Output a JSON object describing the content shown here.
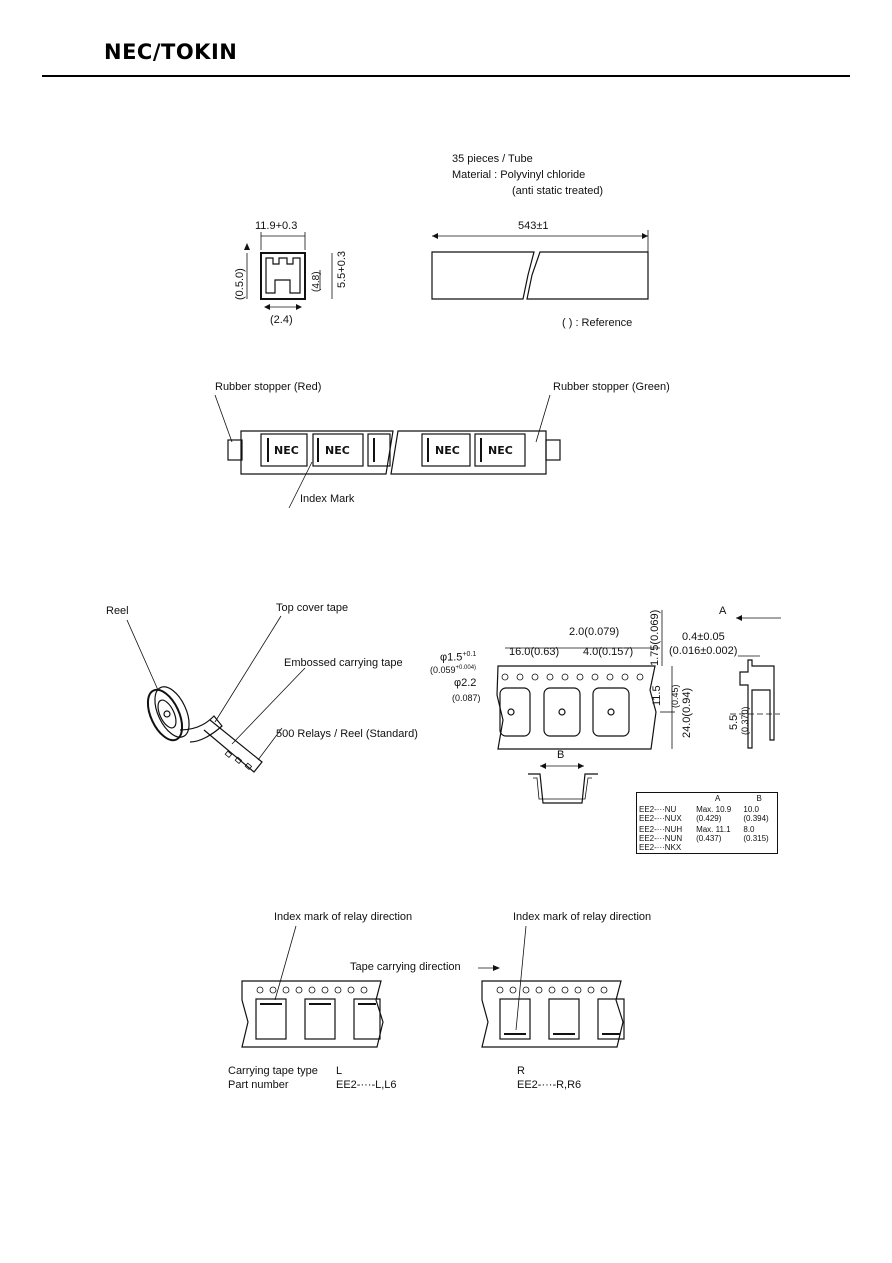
{
  "header": {
    "logo": "NEC/TOKIN"
  },
  "tube": {
    "info_line1": "35 pieces / Tube",
    "info_line2": "Material : Polyvinyl chloride",
    "info_line3": "(anti static treated)",
    "length": "543±1",
    "width": "11.9+0.3",
    "height": "5.5+0.3",
    "left_dim": "(0.5.0)",
    "inner_dim": "(4.8)",
    "bottom_dim": "(2.4)",
    "reference_note": "( ) : Reference"
  },
  "stopper": {
    "left_label": "Rubber stopper (Red)",
    "right_label": "Rubber stopper (Green)",
    "index_label": "Index Mark",
    "relay_text": "NEC"
  },
  "reel": {
    "reel_label": "Reel",
    "top_tape_label": "Top cover tape",
    "carry_tape_label": "Embossed carrying tape",
    "qty_label": "500 Relays / Reel (Standard)"
  },
  "tape_dims": {
    "hole_dia": "φ1.5",
    "hole_dia_tol": "+0.1",
    "hole_dia_in": "(0.059",
    "hole_dia_in_tol": "+0.004)",
    "pitch": "16.0(0.63)",
    "dim_2": "2.0(0.079)",
    "dim_4": "4.0(0.157)",
    "dim_175": "1.75(0.069)",
    "dim_115": "11.5",
    "dim_115_in": "(0.45)",
    "width_24": "24.0(0.94)",
    "dia_22": "φ2.2",
    "dia_22_in": "(0.087)",
    "label_a": "A",
    "thickness": "0.4±0.05",
    "thickness_in": "(0.016±0.002)",
    "depth": "5.5",
    "depth_in": "(0.370)",
    "label_b": "B"
  },
  "spec_table": {
    "col_a": "A",
    "col_b": "B",
    "rows": [
      {
        "part1": "EE2-···NU",
        "part2": "EE2-···NUX",
        "a": "Max. 10.9",
        "a_in": "(0.429)",
        "b": "10.0",
        "b_in": "(0.394)"
      },
      {
        "part1": "EE2-···NUH",
        "part2": "EE2-···NUN",
        "part3": "EE2-···NKX",
        "a": "Max. 11.1",
        "a_in": "(0.437)",
        "b": "8.0",
        "b_in": "(0.315)"
      }
    ]
  },
  "direction": {
    "index_label_left": "Index mark of relay direction",
    "index_label_right": "Index mark of relay direction",
    "carry_direction": "Tape carrying direction",
    "type_label": "Carrying tape type",
    "type_left": "L",
    "type_right": "R",
    "part_label": "Part number",
    "part_left": "EE2-···-L,L6",
    "part_right": "EE2-···-R,R6"
  }
}
